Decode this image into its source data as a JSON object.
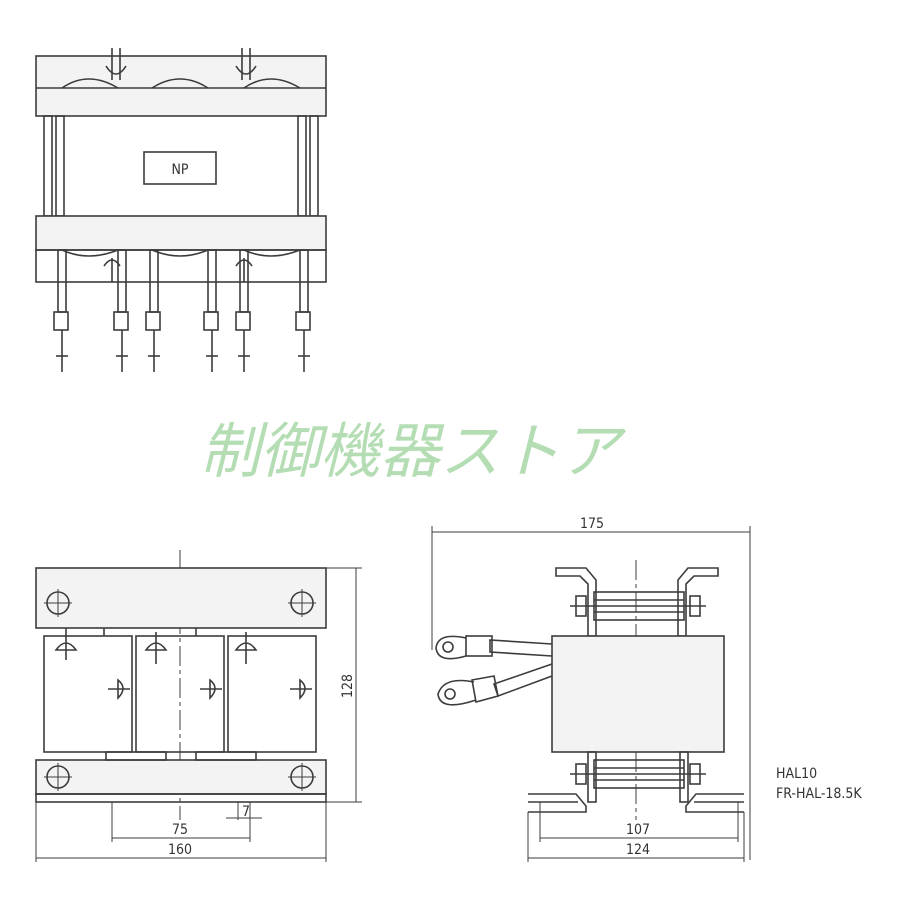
{
  "nameplate": {
    "label": "NP"
  },
  "watermark": {
    "text": "制御機器ストア"
  },
  "dimensions": {
    "front_height": "128",
    "front_inner_width": "75",
    "front_overall_width": "160",
    "front_small_offset": "7",
    "side_overall_width": "175",
    "side_inner_width": "107",
    "side_base_width": "124"
  },
  "models": {
    "line1": "HAL10",
    "line2": "FR-HAL-18.5K"
  }
}
